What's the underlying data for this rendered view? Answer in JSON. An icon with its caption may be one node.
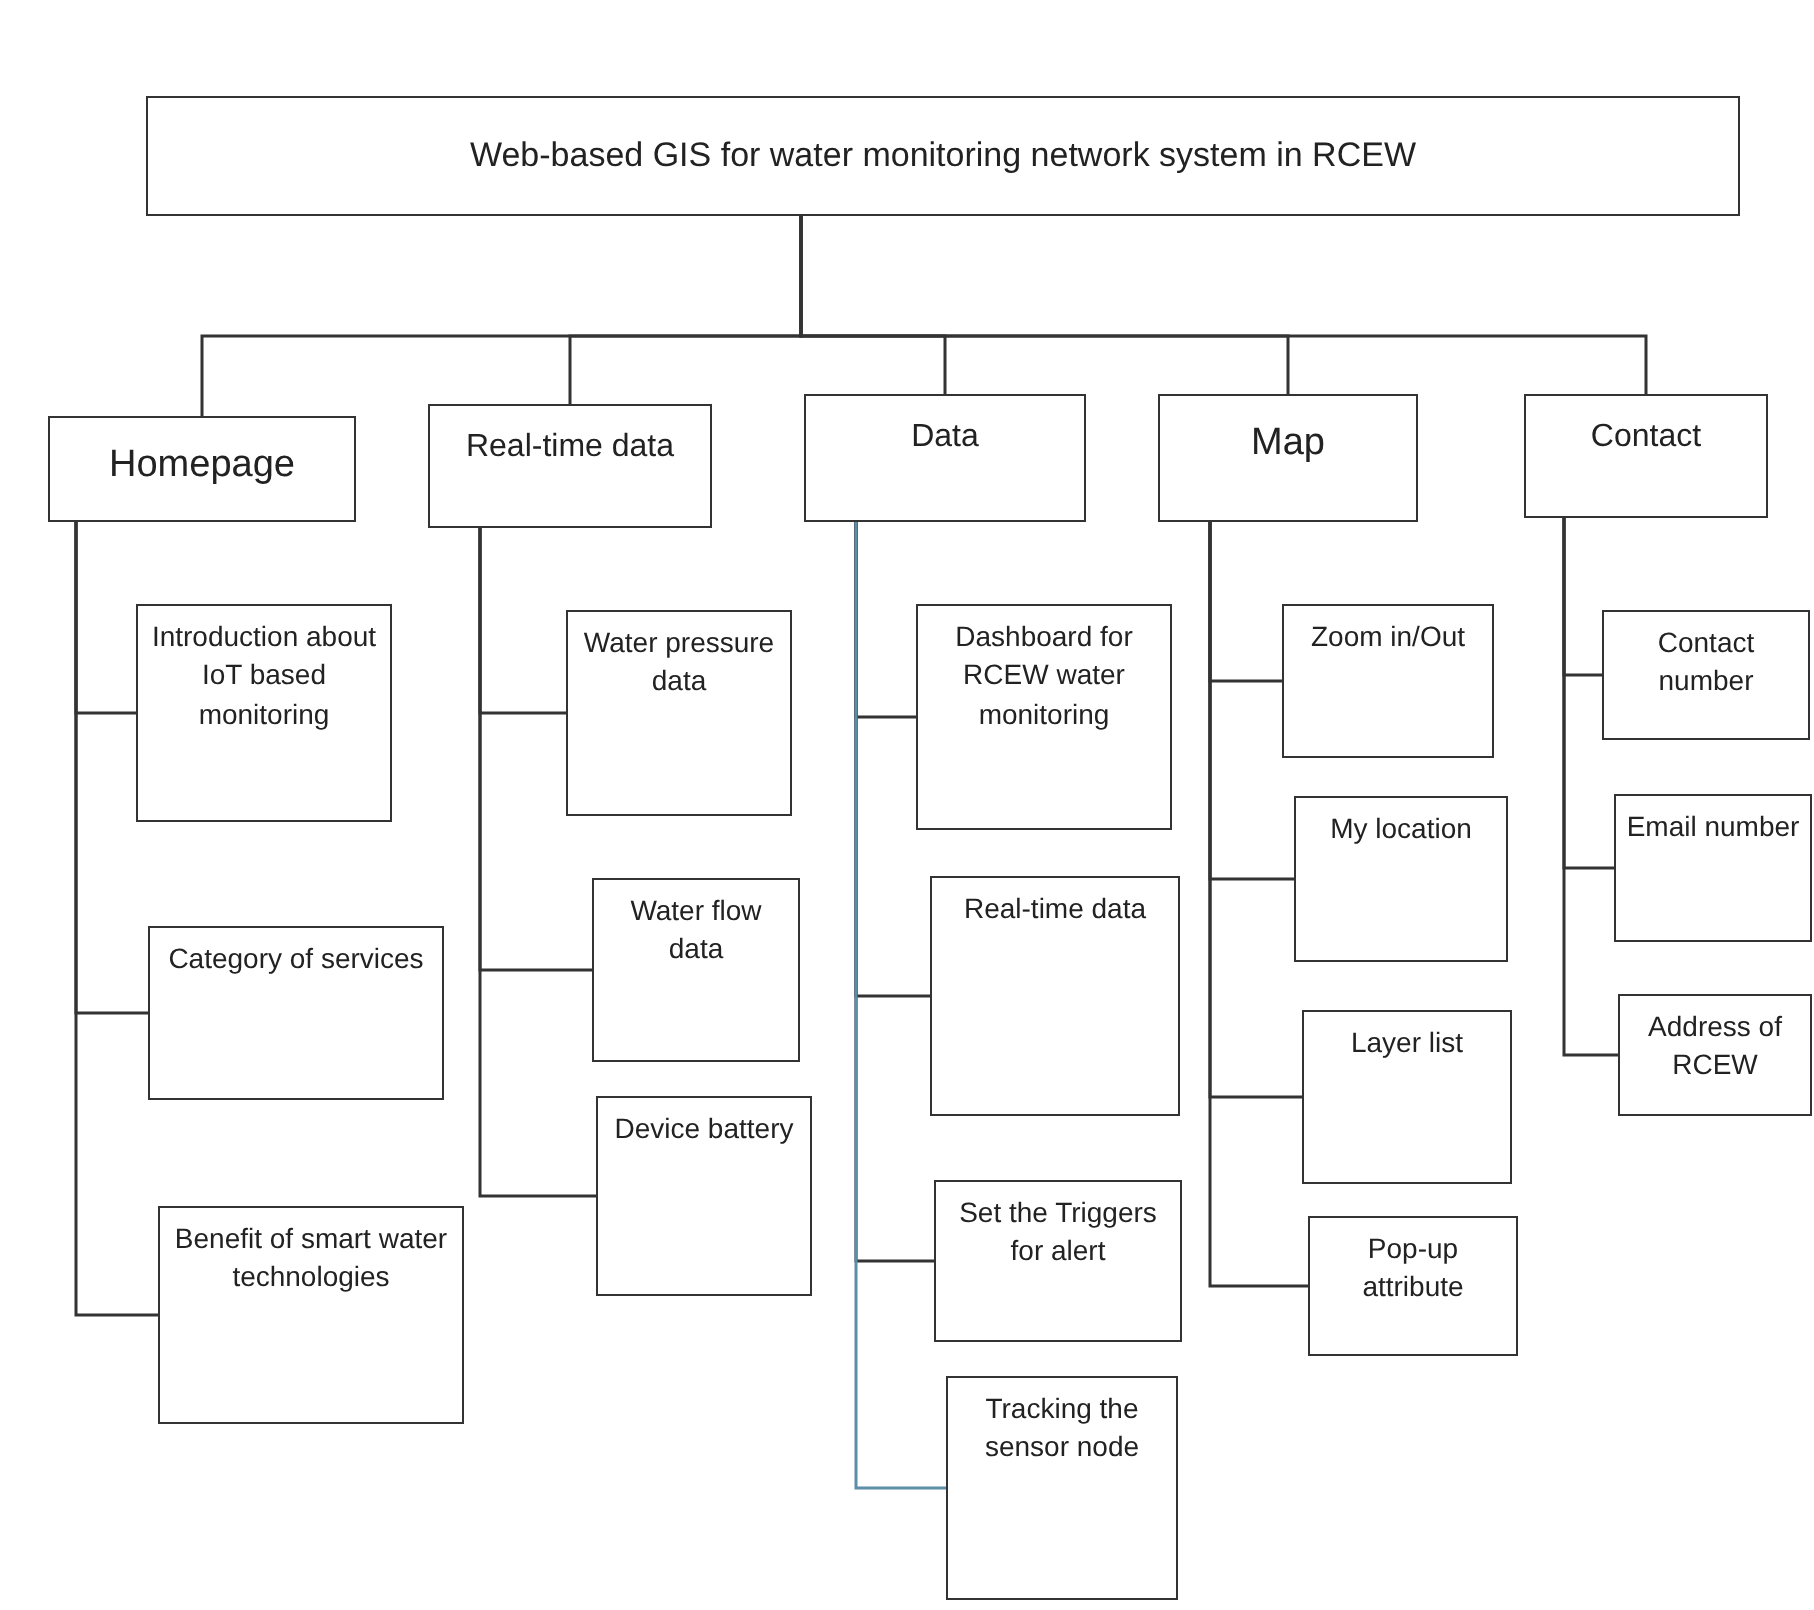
{
  "diagram": {
    "nodes": [
      {
        "text": [
          "Web-based GIS for water monitoring network system in RCEW"
        ]
      },
      {
        "text": [
          "Homepage"
        ]
      },
      {
        "text": [
          "Real-time data"
        ]
      },
      {
        "text": [
          "Data"
        ]
      },
      {
        "text": [
          "Map"
        ]
      },
      {
        "text": [
          "Contact"
        ]
      },
      {
        "text": [
          "Introduction about IoT based monitoring"
        ]
      },
      {
        "text": [
          "Category of services"
        ]
      },
      {
        "text": [
          "Benefit of smart water technologies"
        ]
      },
      {
        "text": [
          "Water pressure data"
        ]
      },
      {
        "text": [
          "Water flow data"
        ]
      },
      {
        "text": [
          "Device battery"
        ]
      },
      {
        "text": [
          "Dashboard for RCEW water monitoring"
        ]
      },
      {
        "text": [
          "Real-time data"
        ]
      },
      {
        "text": [
          "Set the Triggers for alert"
        ]
      },
      {
        "text": [
          "Tracking the sensor node"
        ]
      },
      {
        "text": [
          "Zoom in/Out"
        ]
      },
      {
        "text": [
          "My location"
        ]
      },
      {
        "text": [
          "Layer list"
        ]
      },
      {
        "text": [
          "Pop-up attribute"
        ]
      },
      {
        "text": [
          "Contact number"
        ]
      },
      {
        "text": [
          "Email number"
        ]
      },
      {
        "text": [
          "Address of RCEW"
        ]
      }
    ],
    "edges": [
      {
        "from": 0,
        "to": 1,
        "arrow": "none"
      },
      {
        "from": 0,
        "to": 2,
        "arrow": "none"
      },
      {
        "from": 0,
        "to": 3,
        "arrow": "none"
      },
      {
        "from": 0,
        "to": 4,
        "arrow": "none"
      },
      {
        "from": 0,
        "to": 5,
        "arrow": "none"
      },
      {
        "from": 1,
        "to": 6,
        "arrow": "none"
      },
      {
        "from": 1,
        "to": 7,
        "arrow": "none"
      },
      {
        "from": 1,
        "to": 8,
        "arrow": "none"
      },
      {
        "from": 2,
        "to": 9,
        "arrow": "none"
      },
      {
        "from": 2,
        "to": 10,
        "arrow": "none"
      },
      {
        "from": 2,
        "to": 11,
        "arrow": "none"
      },
      {
        "from": 3,
        "to": 12,
        "arrow": "none"
      },
      {
        "from": 3,
        "to": 13,
        "arrow": "none"
      },
      {
        "from": 3,
        "to": 14,
        "arrow": "none"
      },
      {
        "from": 3,
        "to": 15,
        "arrow": "none",
        "color": "#5b8fa8"
      },
      {
        "from": 4,
        "to": 16,
        "arrow": "none"
      },
      {
        "from": 4,
        "to": 17,
        "arrow": "none"
      },
      {
        "from": 4,
        "to": 18,
        "arrow": "none"
      },
      {
        "from": 4,
        "to": 19,
        "arrow": "none"
      },
      {
        "from": 5,
        "to": 20,
        "arrow": "none"
      },
      {
        "from": 5,
        "to": 21,
        "arrow": "none"
      },
      {
        "from": 5,
        "to": 22,
        "arrow": "none"
      }
    ]
  }
}
